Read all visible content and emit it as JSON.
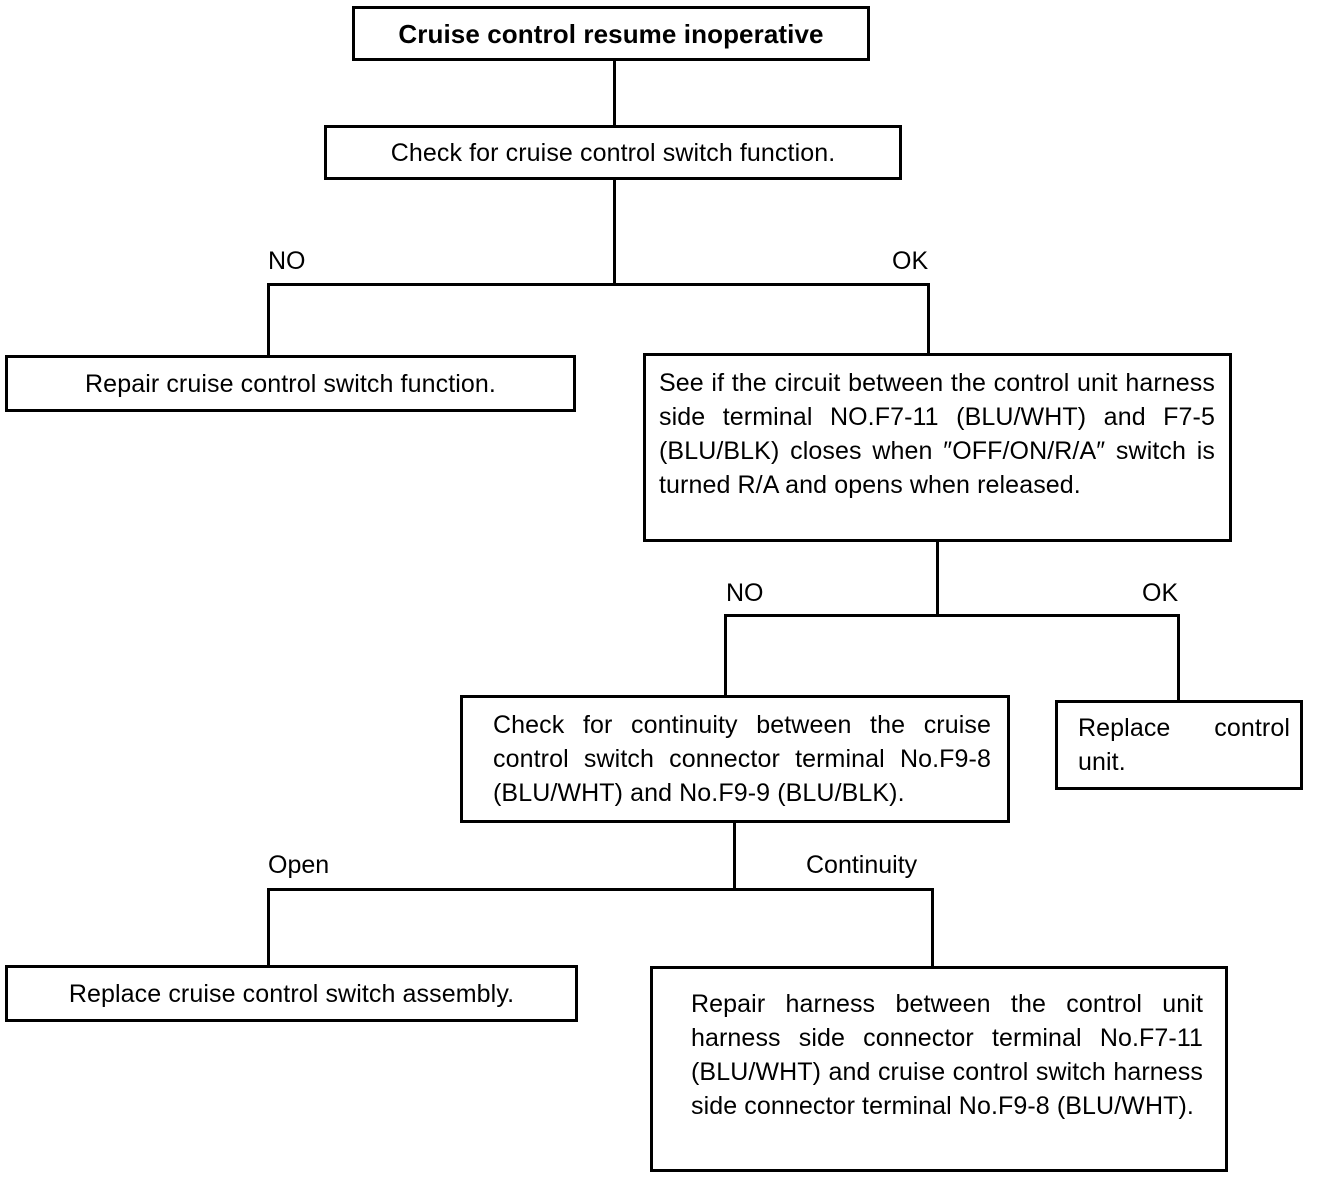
{
  "diagram": {
    "title": "Cruise control resume inoperative",
    "type": "troubleshooting-flowchart",
    "nodes": {
      "n1_title": "Cruise control resume inoperative",
      "n2_check_switch": "Check for cruise control switch function.",
      "n3_repair_switch": "Repair cruise control switch function.",
      "n4_see_circuit": "See if the circuit between the control unit harness side terminal NO.F7-11 (BLU/WHT) and F7-5 (BLU/BLK) closes when ″OFF/ON/R/A″ switch is turned R/A and opens when released.",
      "n5_check_continuity": "Check for continuity between the cruise control switch connector terminal No.F9-8 (BLU/WHT) and No.F9-9 (BLU/BLK).",
      "n6_replace_control_unit": "Replace control unit.",
      "n7_replace_switch_assembly": "Replace cruise control switch assembly.",
      "n8_repair_harness": "Repair harness between the control unit harness side connector terminal No.F7-11 (BLU/WHT) and cruise control switch harness side connector terminal No.F9-8 (BLU/WHT)."
    },
    "branch_labels": {
      "b1_left": "NO",
      "b1_right": "OK",
      "b2_left": "NO",
      "b2_right": "OK",
      "b3_left": "Open",
      "b3_right": "Continuity"
    },
    "colors": {
      "line": "#000000",
      "background": "#ffffff",
      "text": "#000000"
    }
  }
}
